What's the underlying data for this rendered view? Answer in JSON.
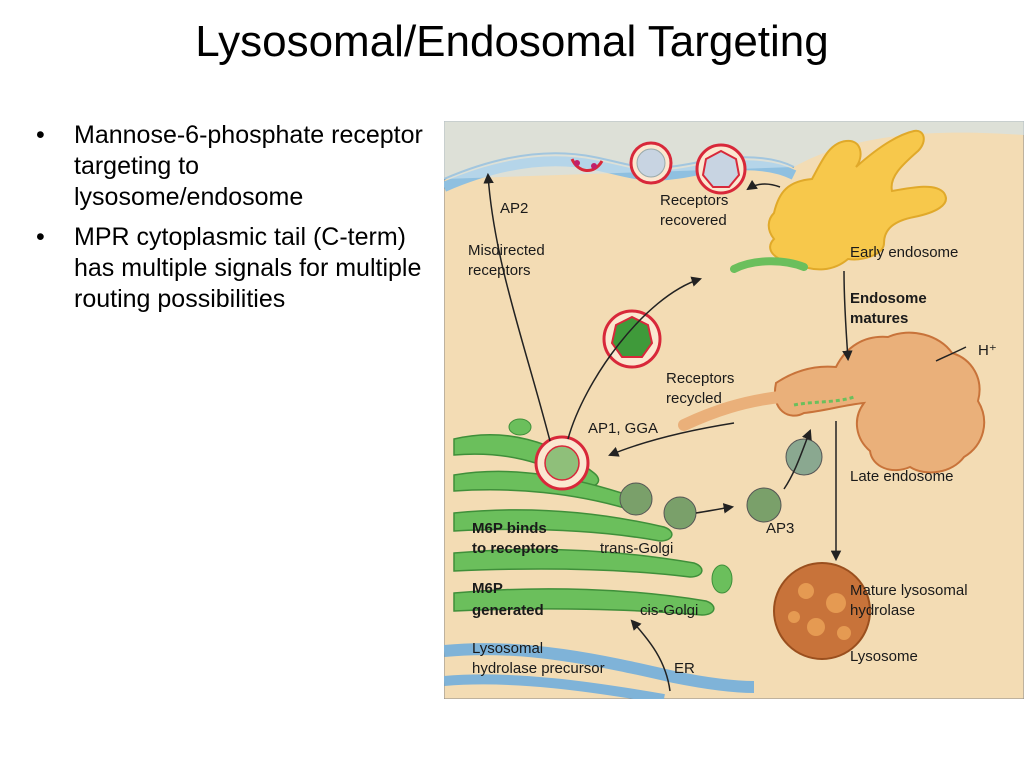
{
  "slide": {
    "title": "Lysosomal/Endosomal Targeting",
    "bullets": [
      {
        "marker": "•",
        "text": "Mannose-6-phosphate receptor targeting to lysosome/endosome"
      },
      {
        "marker": "•",
        "text": "MPR cytoplasmic tail (C-term) has multiple signals for multiple routing possibilities"
      }
    ]
  },
  "figure": {
    "labels": {
      "ap2": "AP2",
      "misdirected_1": "Misdirected",
      "misdirected_2": "receptors",
      "recovered_1": "Receptors",
      "recovered_2": "recovered",
      "early_endosome": "Early endosome",
      "matures_1": "Endosome",
      "matures_2": "matures",
      "hplus": "H⁺",
      "recycled_1": "Receptors",
      "recycled_2": "recycled",
      "ap1_gga": "AP1, GGA",
      "late_endosome": "Late endosome",
      "m6p_binds_1": "M6P binds",
      "m6p_binds_2": "to receptors",
      "trans_golgi": "trans-Golgi",
      "ap3": "AP3",
      "m6p_gen_1": "M6P",
      "m6p_gen_2": "generated",
      "cis_golgi": "cis-Golgi",
      "mature_1": "Mature lysosomal",
      "mature_2": "hydrolase",
      "lysosome": "Lysosome",
      "precursor_1": "Lysosomal",
      "precursor_2": "hydrolase precursor",
      "er": "ER"
    },
    "colors": {
      "background": "#f3dcb4",
      "membrane": "#7fb3d8",
      "golgi": "#6bbf5c",
      "endosome": "#f7c84b",
      "late_endosome": "#e8a870",
      "lysosome": "#c8733a",
      "coat": "#d8283a",
      "receptor": "#c0206a"
    }
  }
}
